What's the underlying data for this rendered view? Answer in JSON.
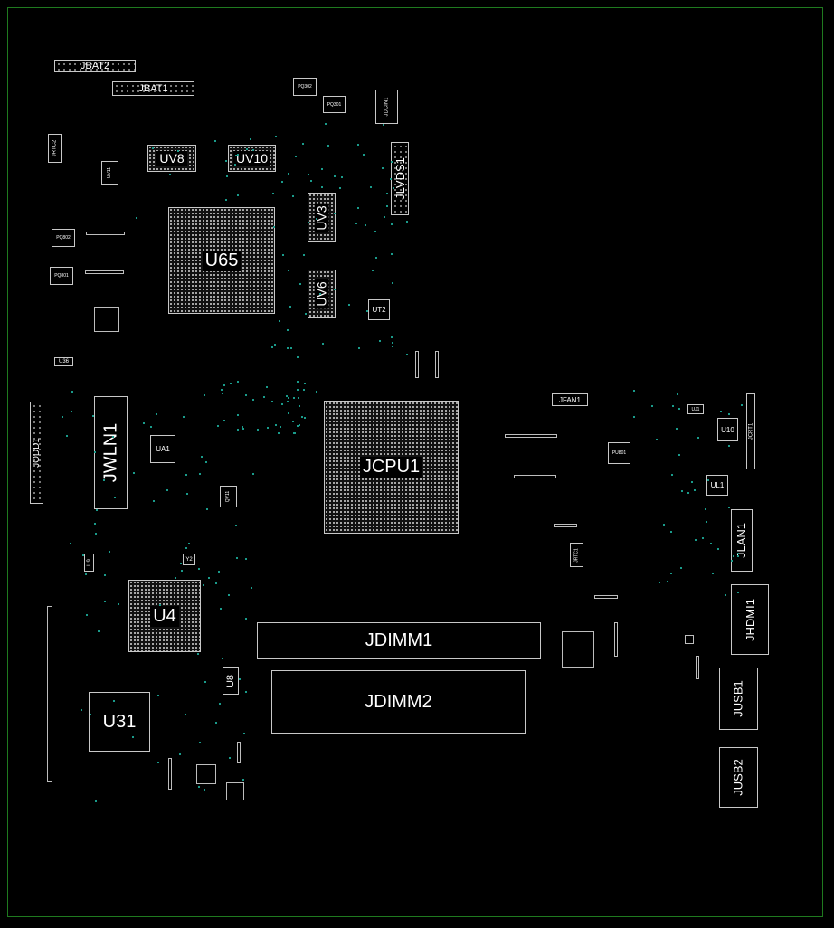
{
  "board": {
    "components": {
      "JBAT2": "JBAT2",
      "JBAT1": "JBAT1",
      "PQ302": "PQ302",
      "PQ301": "PQ301",
      "JDCIN1": "JDCIN1",
      "JRTC2": "JRTC2",
      "UV11": "UV11",
      "UV8": "UV8",
      "UV10": "UV10",
      "JLVDS1": "JLVDS1",
      "UV3": "UV3",
      "U65": "U65",
      "UV6": "UV6",
      "UT2": "UT2",
      "PQ802": "PQ802",
      "PQ801": "PQ801",
      "U36": "U36",
      "JODD1": "JODD1",
      "JWLN1": "JWLN1",
      "UA1": "UA1",
      "QV11": "QV11",
      "U9": "U9",
      "Y2": "Y2",
      "U4": "U4",
      "U31": "U31",
      "U8": "U8",
      "JCPU1": "JCPU1",
      "JDIMM1": "JDIMM1",
      "JDIMM2": "JDIMM2",
      "JFAN1": "JFAN1",
      "PU801": "PU801",
      "UJ1": "UJ1",
      "U10": "U10",
      "JCRT1": "JCRT1",
      "UL1": "UL1",
      "JLAN1": "JLAN1",
      "JRTC1": "JRTC1",
      "JHDMI1": "JHDMI1",
      "JUSB1": "JUSB1",
      "JUSB2": "JUSB2"
    },
    "colors": {
      "background": "#000000",
      "outline": "#c8c8c8",
      "frame": "#1f7a1f",
      "via": "#1a9a8a"
    }
  }
}
